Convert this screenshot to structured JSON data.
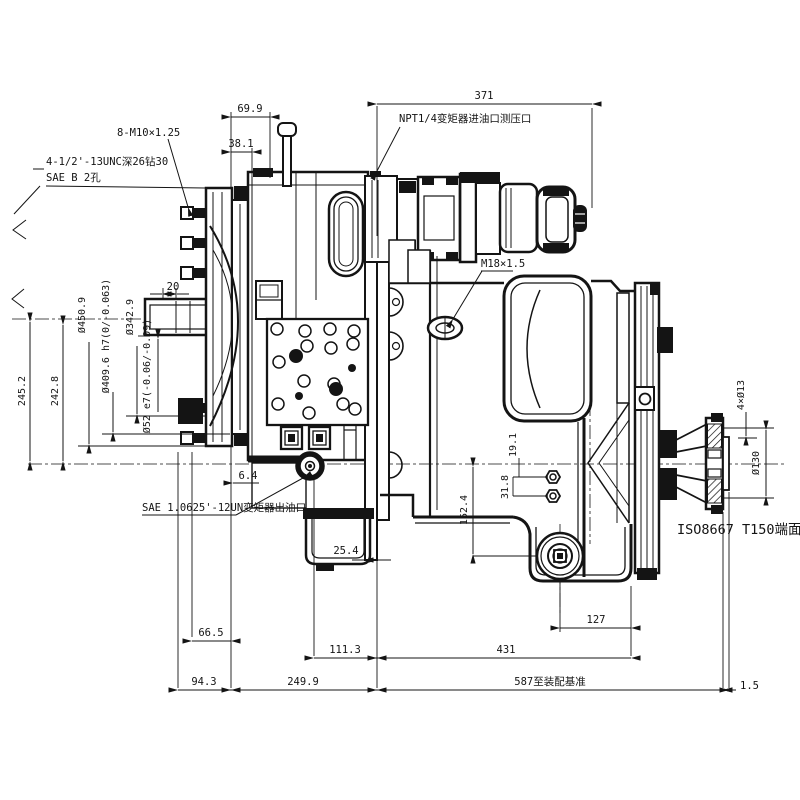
{
  "dims": {
    "d69_9": "69.9",
    "d38_1": "38.1",
    "d371": "371",
    "d20": "20",
    "d6_4": "6.4",
    "d245_2": "245.2",
    "d242_8": "242.8",
    "dia450_9": "Ø450.9",
    "dia409_6": "Ø409.6 h7(0/-0.063)",
    "dia342_9": "Ø342.9",
    "dia52": "Ø52 e7(-0.06/-0.09)",
    "d25_4": "25.4",
    "d19_1": "19.1",
    "d31_8": "31.8",
    "d152_4": "152.4",
    "d127": "127",
    "d431": "431",
    "d111_3": "111.3",
    "d249_9": "249.9",
    "d94_3": "94.3",
    "d66_5": "66.5",
    "d587": "587至装配基准",
    "d1_5": "1.5",
    "d4x13": "4×Ø13",
    "dia130": "Ø130"
  },
  "callouts": {
    "bolt_pattern": "8-M10×1.25",
    "unc_thread": "4-1/2'-13UNC深26钻30",
    "sae_b": "SAE B 2孔",
    "npt_port": "NPT1/4变矩器进油口测压口",
    "m18_plug": "M18×1.5",
    "sae_outlet": "SAE 1.0625'-12UN变矩器出油口",
    "iso_flange": "ISO8667 T150端面"
  }
}
